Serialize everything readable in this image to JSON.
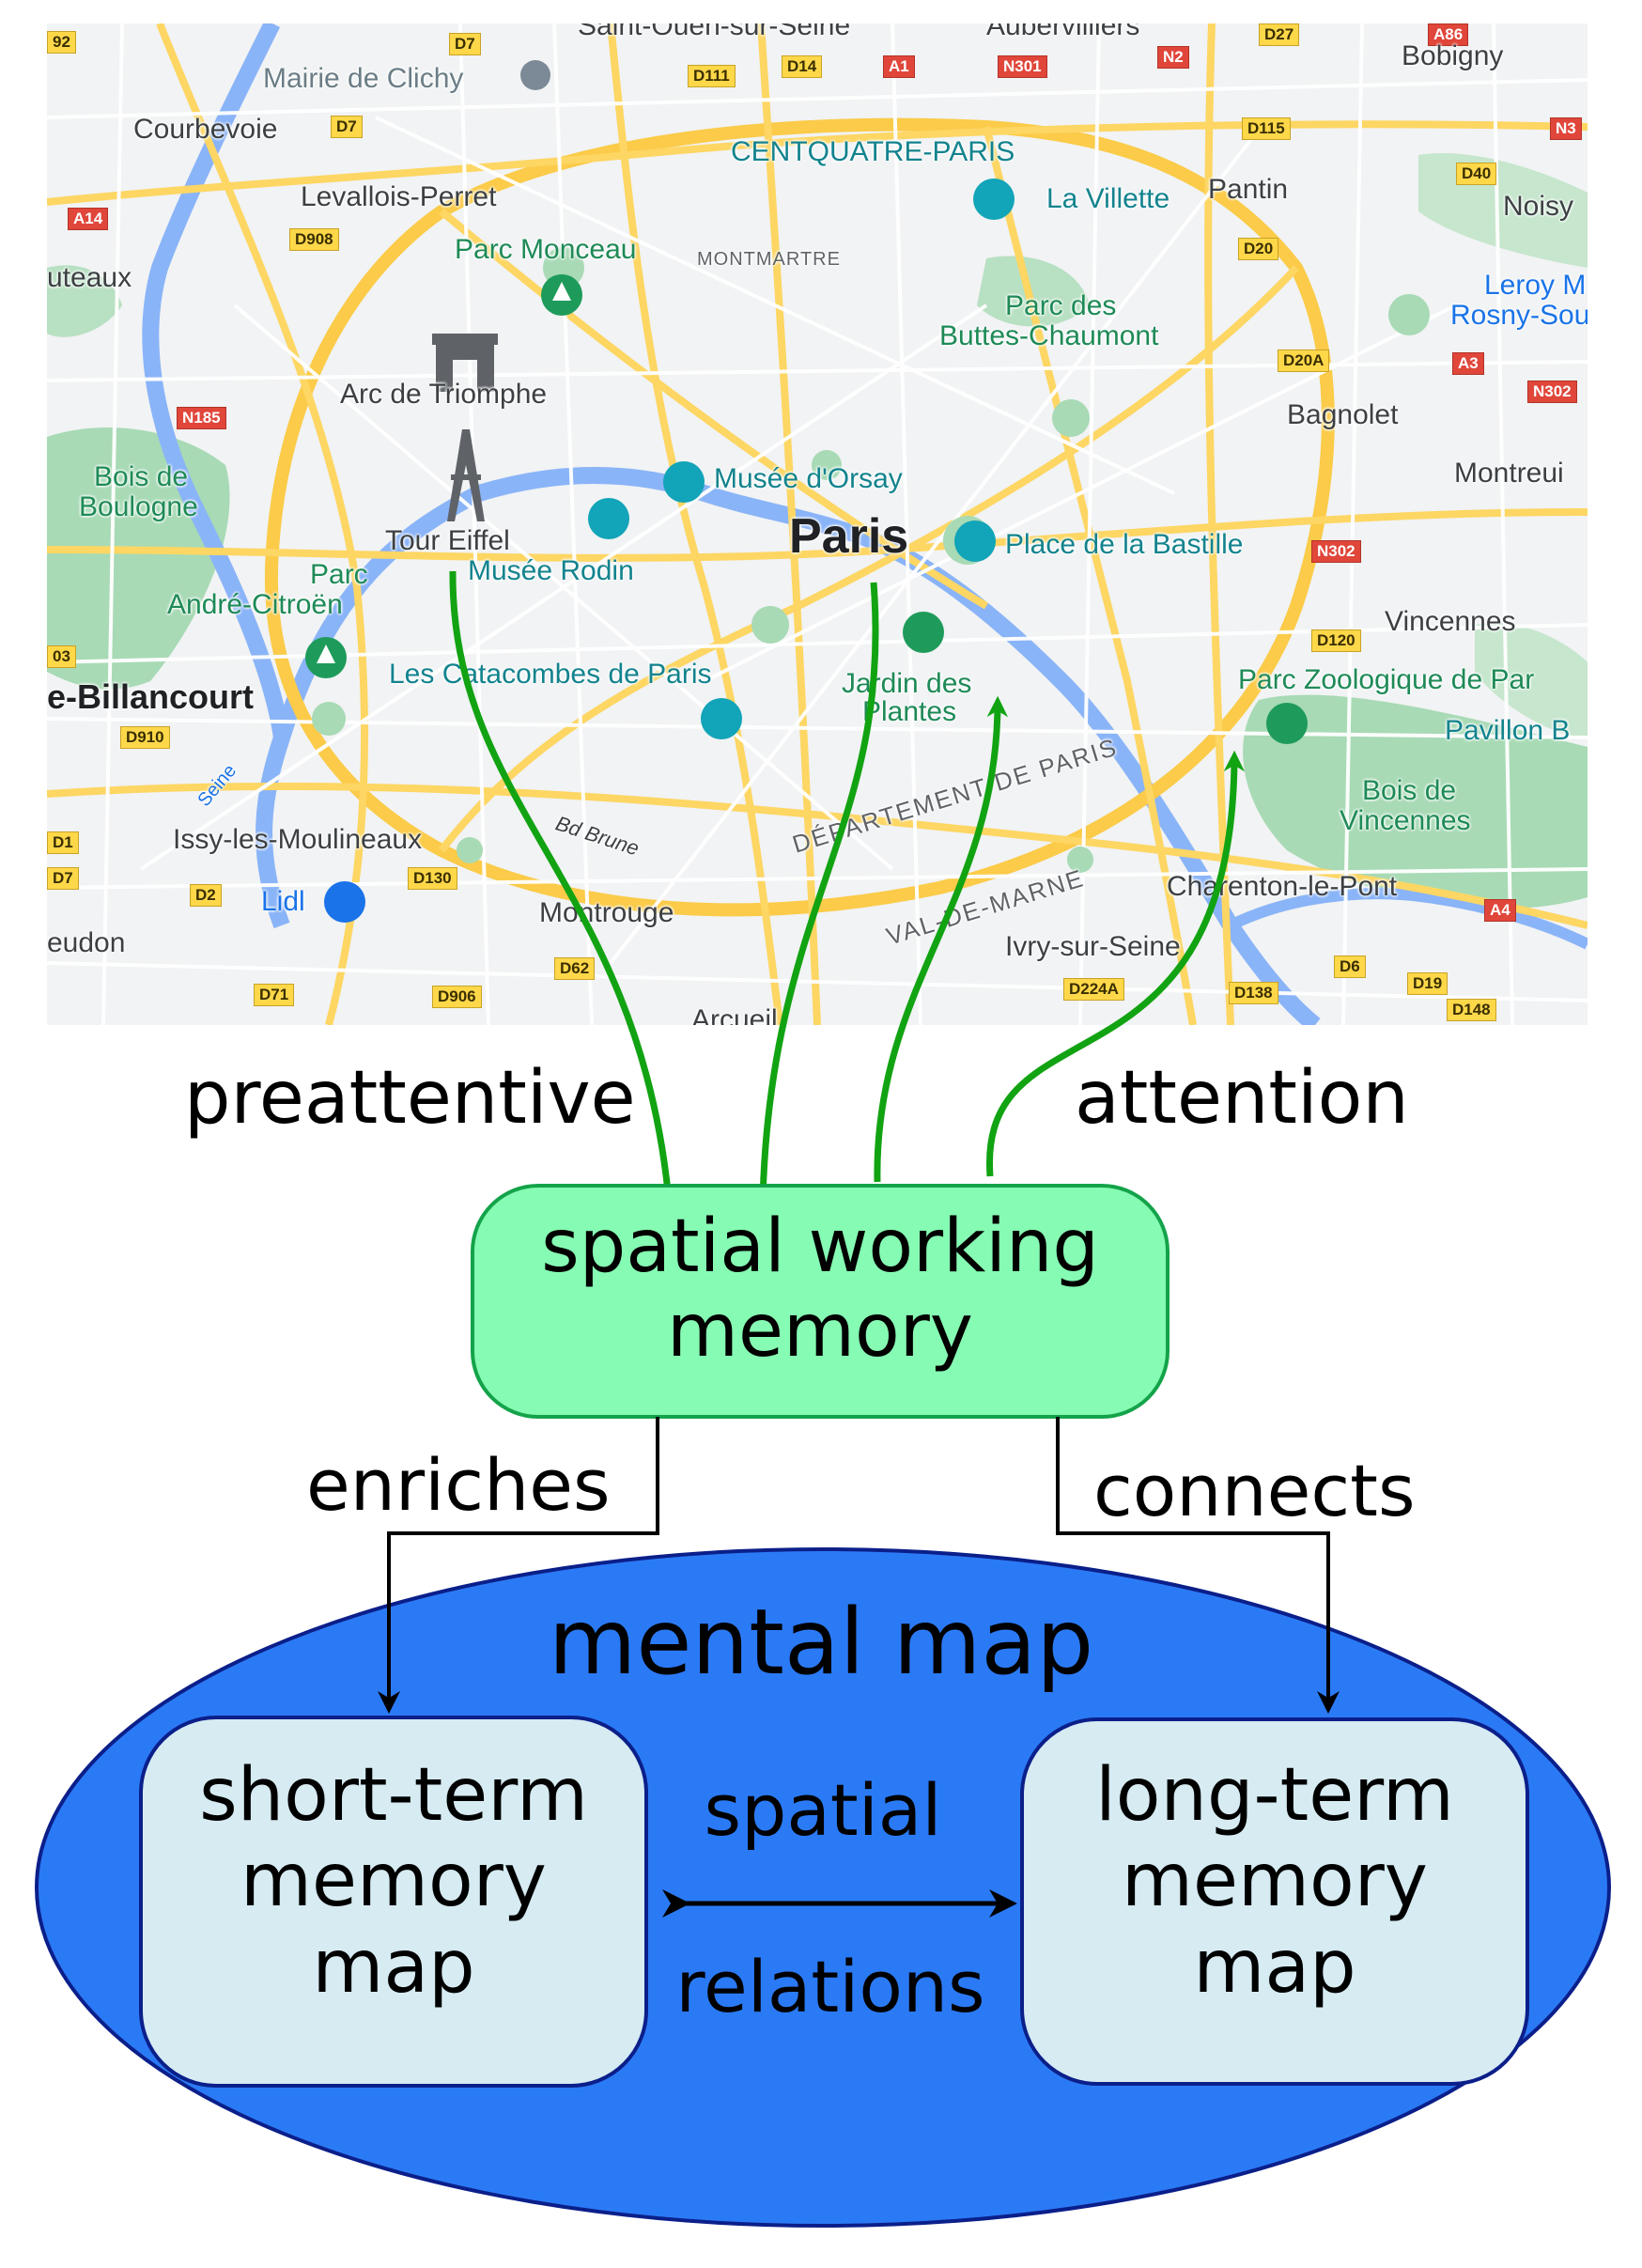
{
  "map": {
    "city_label": "Paris",
    "places": [
      {
        "name": "Saint-Ouen-sur-Seine",
        "style": "plain"
      },
      {
        "name": "Aubervilliers",
        "style": "plain"
      },
      {
        "name": "Bobigny",
        "style": "plain"
      },
      {
        "name": "Mairie de Clichy",
        "style": "plain"
      },
      {
        "name": "Courbevoie",
        "style": "plain"
      },
      {
        "name": "Levallois-Perret",
        "style": "plain"
      },
      {
        "name": "CENTQUATRE-PARIS",
        "style": "teal"
      },
      {
        "name": "La Villette",
        "style": "teal"
      },
      {
        "name": "Pantin",
        "style": "plain"
      },
      {
        "name": "Noisy",
        "style": "plain"
      },
      {
        "name": "uteaux",
        "style": "plain"
      },
      {
        "name": "Parc Monceau",
        "style": "green"
      },
      {
        "name": "MONTMARTRE",
        "style": "caps"
      },
      {
        "name": "Leroy M",
        "style": "blue"
      },
      {
        "name": "Rosny-Sous",
        "style": "blue"
      },
      {
        "name": "Parc des",
        "style": "green"
      },
      {
        "name": "Buttes-Chaumont",
        "style": "green"
      },
      {
        "name": "Arc de Triomphe",
        "style": "plain"
      },
      {
        "name": "Bagnolet",
        "style": "plain"
      },
      {
        "name": "Bois de",
        "style": "green"
      },
      {
        "name": "Boulogne",
        "style": "green"
      },
      {
        "name": "Musée d'Orsay",
        "style": "teal"
      },
      {
        "name": "Montreui",
        "style": "plain"
      },
      {
        "name": "Tour Eiffel",
        "style": "plain"
      },
      {
        "name": "Place de la Bastille",
        "style": "teal"
      },
      {
        "name": "Parc",
        "style": "green"
      },
      {
        "name": "Musée Rodin",
        "style": "teal"
      },
      {
        "name": "André-Citroën",
        "style": "green"
      },
      {
        "name": "Vincennes",
        "style": "plain"
      },
      {
        "name": "Les Catacombes de Paris",
        "style": "teal"
      },
      {
        "name": "Jardin des",
        "style": "green"
      },
      {
        "name": "Plantes",
        "style": "green"
      },
      {
        "name": "Parc Zoologique de Par",
        "style": "green"
      },
      {
        "name": "e-Billancourt",
        "style": "bold"
      },
      {
        "name": "Pavillon B",
        "style": "teal"
      },
      {
        "name": "Bois de",
        "style": "green"
      },
      {
        "name": "Vincennes",
        "style": "green"
      },
      {
        "name": "Issy-les-Moulineaux",
        "style": "plain"
      },
      {
        "name": "Lidl",
        "style": "blue"
      },
      {
        "name": "Charenton-le-Pont",
        "style": "plain"
      },
      {
        "name": "Montrouge",
        "style": "plain"
      },
      {
        "name": "Ivry-sur-Seine",
        "style": "plain"
      },
      {
        "name": "eudon",
        "style": "plain"
      },
      {
        "name": "Arcueil",
        "style": "plain"
      },
      {
        "name": "Seine",
        "style": "blue"
      },
      {
        "name": "Bd Brune",
        "style": "plain"
      }
    ],
    "departement_paris": "DÉPARTEMENT DE PARIS",
    "val_de_marne": "VAL-DE-MARNE",
    "road_shields": [
      {
        "text": "D7",
        "red": false
      },
      {
        "text": "D111",
        "red": false
      },
      {
        "text": "D14",
        "red": false
      },
      {
        "text": "A1",
        "red": true
      },
      {
        "text": "N301",
        "red": true
      },
      {
        "text": "N2",
        "red": true
      },
      {
        "text": "D27",
        "red": false
      },
      {
        "text": "A86",
        "red": true
      },
      {
        "text": "D7",
        "red": false
      },
      {
        "text": "D115",
        "red": false
      },
      {
        "text": "N3",
        "red": true
      },
      {
        "text": "A14",
        "red": true
      },
      {
        "text": "D908",
        "red": false
      },
      {
        "text": "D40",
        "red": false
      },
      {
        "text": "D20",
        "red": false
      },
      {
        "text": "D20A",
        "red": false
      },
      {
        "text": "A3",
        "red": true
      },
      {
        "text": "N302",
        "red": true
      },
      {
        "text": "N185",
        "red": true
      },
      {
        "text": "N302",
        "red": true
      },
      {
        "text": "D120",
        "red": false
      },
      {
        "text": "D910",
        "red": false
      },
      {
        "text": "D1",
        "red": false
      },
      {
        "text": "D7",
        "red": false
      },
      {
        "text": "D2",
        "red": false
      },
      {
        "text": "D130",
        "red": false
      },
      {
        "text": "A4",
        "red": true
      },
      {
        "text": "D6",
        "red": false
      },
      {
        "text": "D19",
        "red": false
      },
      {
        "text": "D148",
        "red": false
      },
      {
        "text": "D71",
        "red": false
      },
      {
        "text": "D906",
        "red": false
      },
      {
        "text": "D62",
        "red": false
      },
      {
        "text": "D224A",
        "red": false
      },
      {
        "text": "D138",
        "red": false
      },
      {
        "text": "92",
        "red": false
      },
      {
        "text": "03",
        "red": false
      }
    ]
  },
  "labels": {
    "preattentive": "preattentive",
    "attention": "attention",
    "enriches": "enriches",
    "connects": "connects",
    "spatial": "spatial",
    "relations": "relations"
  },
  "boxes": {
    "working_memory_line1": "spatial working",
    "working_memory_line2": "memory",
    "mental_map": "mental map",
    "short_term_line1": "short-term",
    "short_term_line2": "memory",
    "short_term_line3": "map",
    "long_term_line1": "long-term",
    "long_term_line2": "memory",
    "long_term_line3": "map"
  },
  "colors": {
    "green_arrow": "#12a312",
    "working_memory_fill": "#86fbb3",
    "working_memory_stroke": "#14a34a",
    "mental_map_fill": "#2b7af5",
    "mental_map_stroke": "#0b1f8a",
    "memory_box_fill": "#d6ebf2",
    "map_background": "#f1f3f4",
    "map_park": "#a8dab5",
    "map_water": "#8ab4f8",
    "map_road": "#fdd663"
  }
}
